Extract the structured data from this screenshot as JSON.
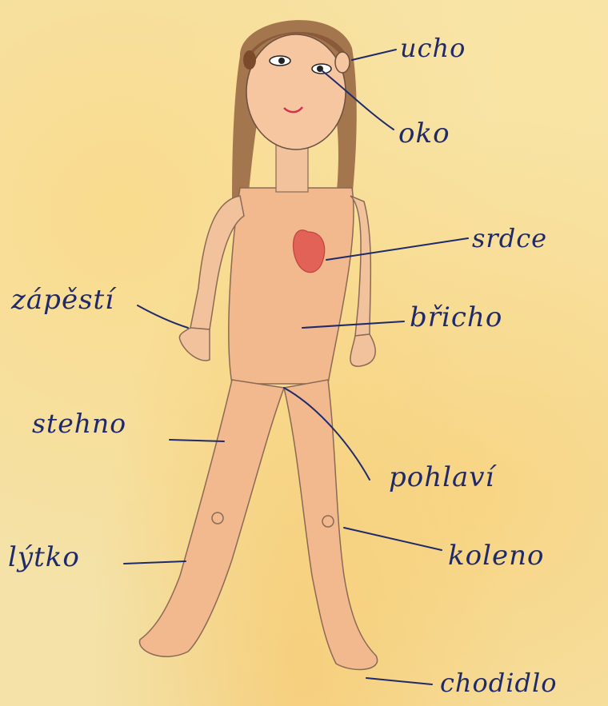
{
  "labels": {
    "ucho": "ucho",
    "oko": "oko",
    "srdce": "srdce",
    "zapesti": "zápěstí",
    "bricho": "břicho",
    "stehno": "stehno",
    "pohlavi": "pohlaví",
    "lysko": "lýtko",
    "koleno": "koleno",
    "chodidlo": "chodidlo"
  },
  "colors": {
    "ink": "#1f2a6b",
    "skin": "#f0b58a",
    "hair": "#8a5a3a",
    "heart": "#e0534f",
    "paper": "#f4e2a8"
  }
}
